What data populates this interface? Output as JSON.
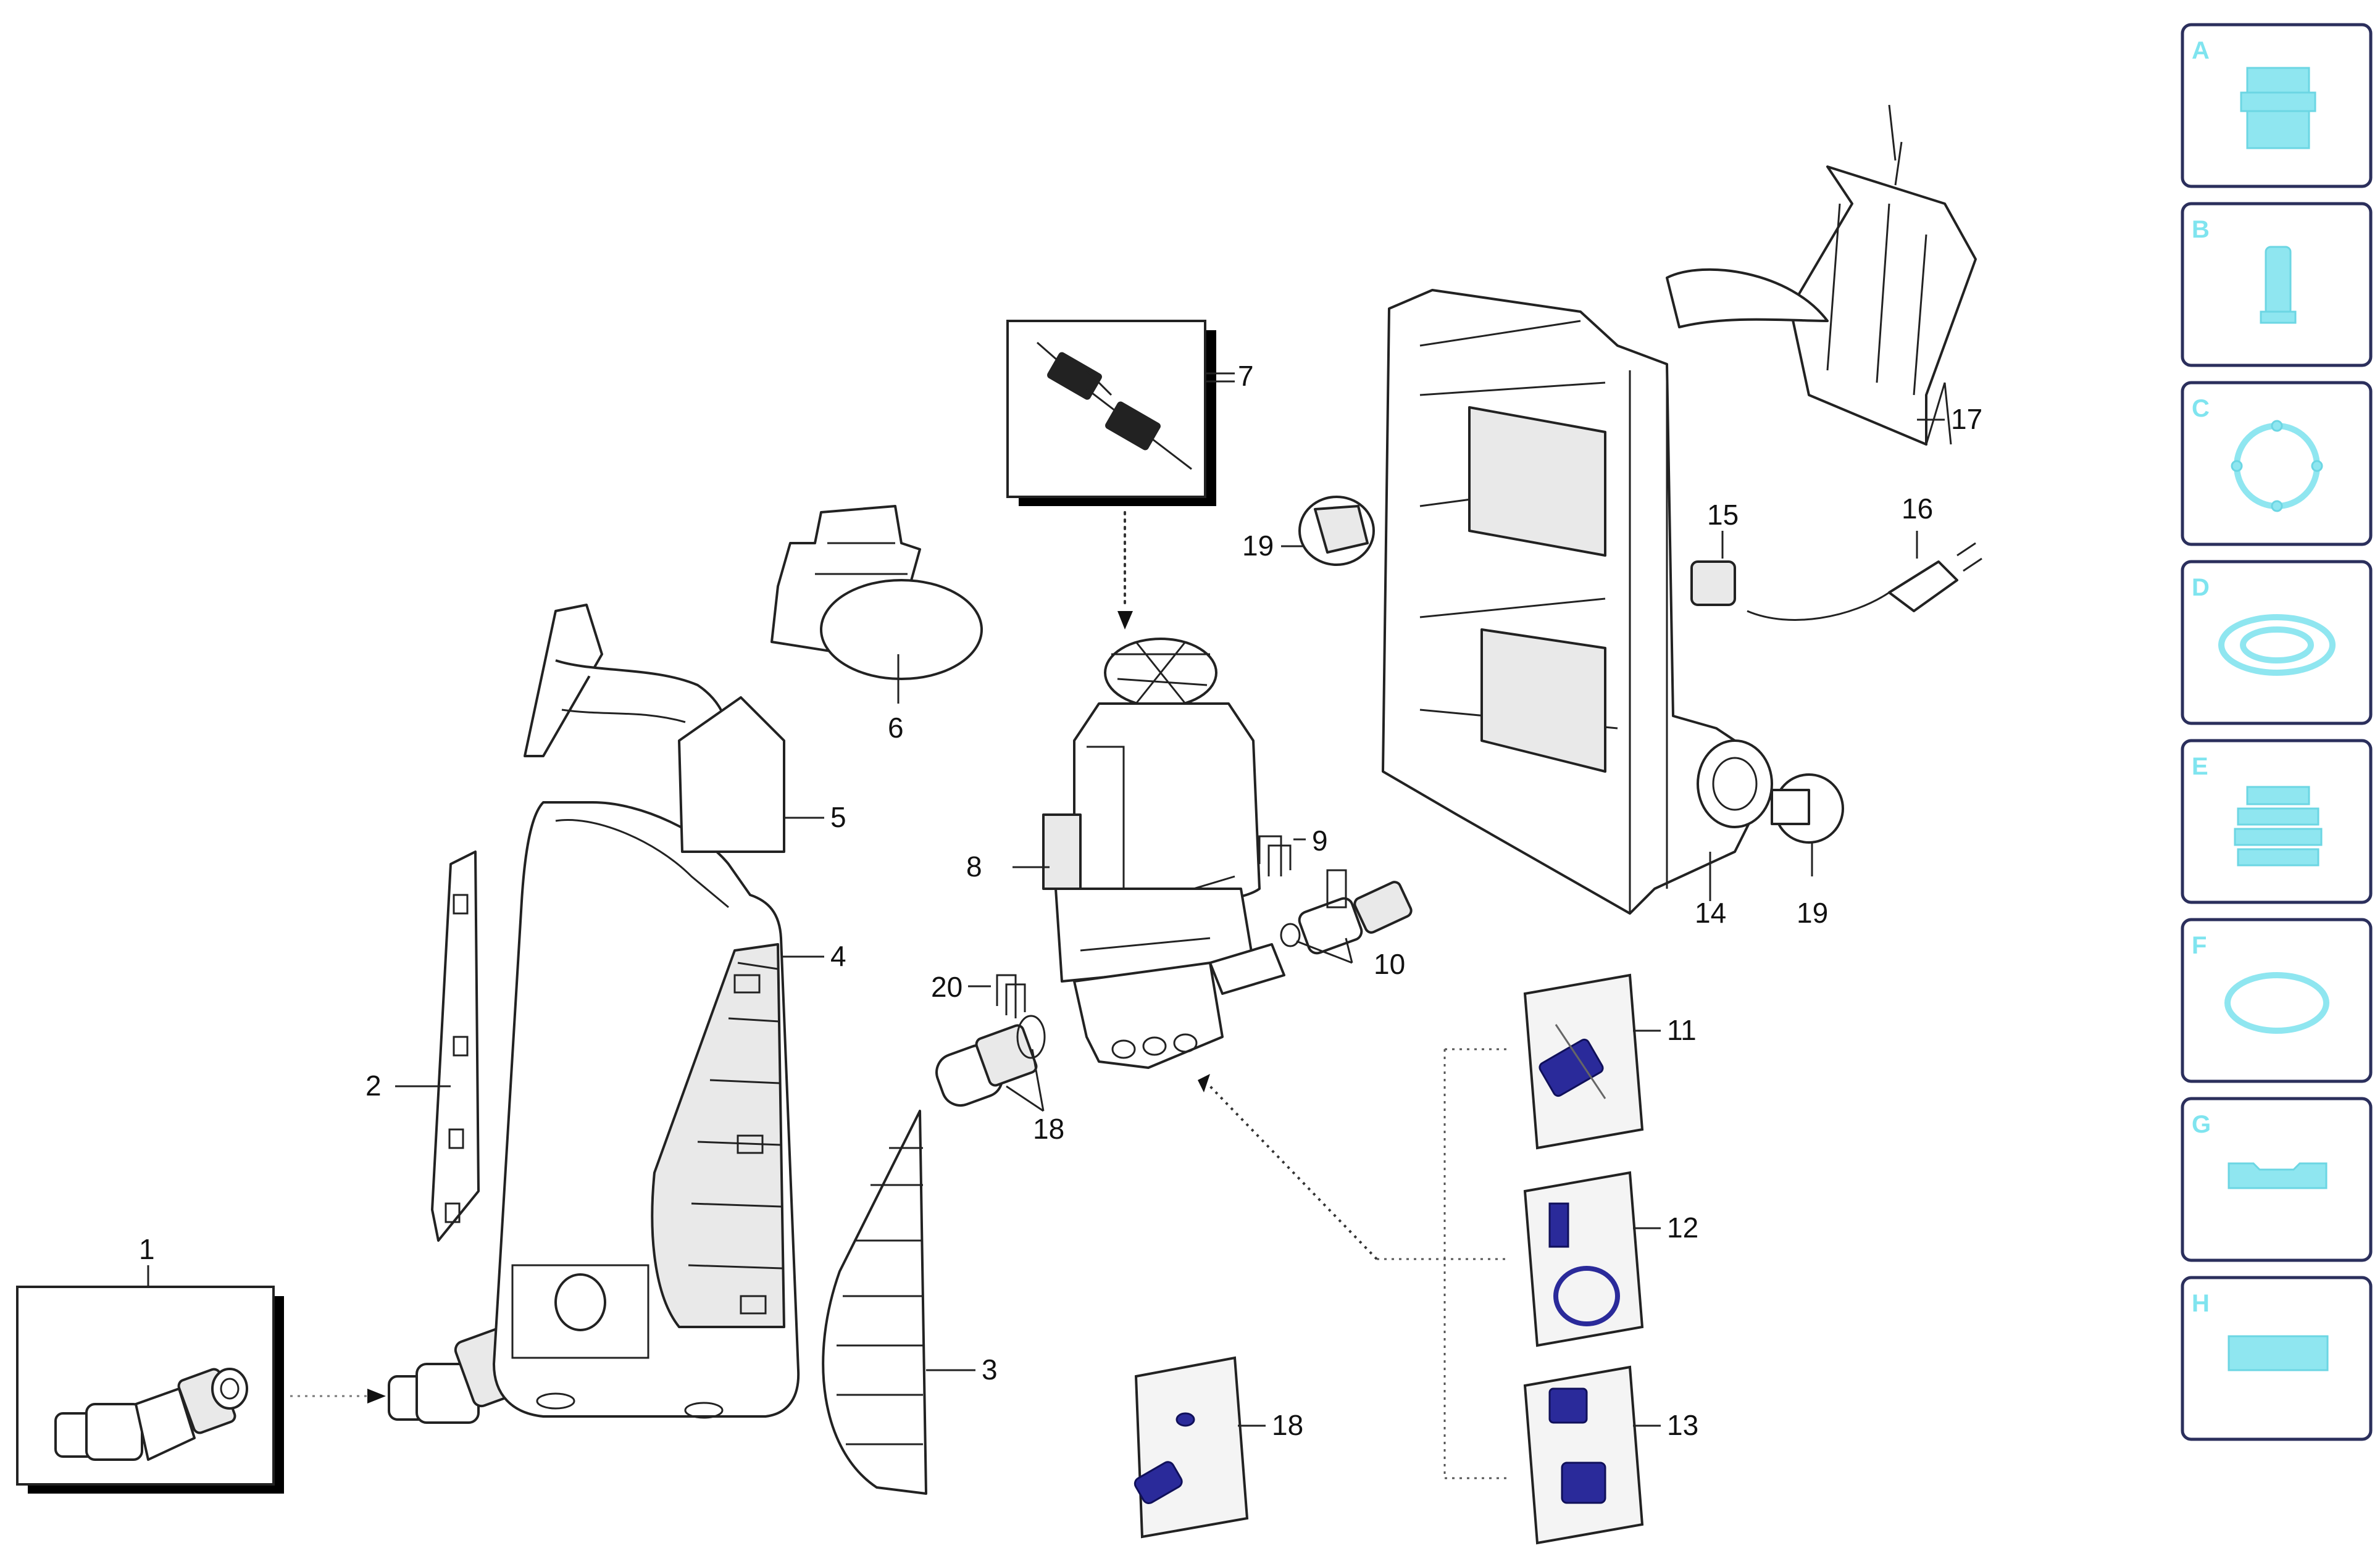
{
  "callouts": {
    "c1": "1",
    "c2": "2",
    "c3": "3",
    "c4": "4",
    "c5": "5",
    "c6": "6",
    "c7": "7",
    "c8": "8",
    "c9": "9",
    "c10": "10",
    "c11": "11",
    "c12": "12",
    "c13": "13",
    "c14": "14",
    "c15": "15",
    "c16": "16",
    "c17": "17",
    "c18a": "18",
    "c18b": "18",
    "c19a": "19",
    "c19b": "19",
    "c20": "20"
  },
  "legend": {
    "items": [
      {
        "letter": "A",
        "icon": "quick-coupling-icon"
      },
      {
        "letter": "B",
        "icon": "cylinder-icon"
      },
      {
        "letter": "C",
        "icon": "ring-clip-icon"
      },
      {
        "letter": "D",
        "icon": "seal-ring-icon"
      },
      {
        "letter": "E",
        "icon": "bellows-icon"
      },
      {
        "letter": "F",
        "icon": "o-ring-icon"
      },
      {
        "letter": "G",
        "icon": "flat-gasket-icon"
      },
      {
        "letter": "H",
        "icon": "pad-icon"
      }
    ]
  },
  "colors": {
    "legend_accent": "#8fe6f0",
    "legend_frame": "#2b2f5c",
    "kit_parts": "#2a2a9a"
  }
}
